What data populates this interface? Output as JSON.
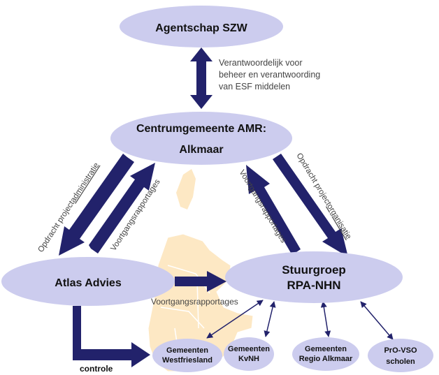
{
  "colors": {
    "node_fill": "#ccccee",
    "arrow": "#22226b",
    "map_fill": "#fde8c4",
    "text": "#111111",
    "edge_text": "#444444"
  },
  "nodes": {
    "szw": "Agentschap SZW",
    "amr_line1": "Centrumgemeente AMR:",
    "amr_line2": "Alkmaar",
    "atlas": "Atlas Advies",
    "stuurgroep_line1": "Stuurgroep",
    "stuurgroep_line2": "RPA-NHN",
    "westfriesland_line1": "Gemeenten",
    "westfriesland_line2": "Westfriesland",
    "kvnh_line1": "Gemeenten",
    "kvnh_line2": "KvNH",
    "regio_line1": "Gemeenten",
    "regio_line2": "Regio Alkmaar",
    "pro_line1": "PrO-VSO",
    "pro_line2": "scholen"
  },
  "edges": {
    "szw_amr_line1": "Verantwoordelijk voor",
    "szw_amr_line2": "beheer en verantwoording",
    "szw_amr_line3": "van ESF middelen",
    "left_down_prefix": "Opdracht project",
    "left_down_underlined": "administratie",
    "left_up": "Voortgangsrapportages",
    "right_up": "Voortgangsrapportages",
    "right_down_prefix": "Opdracht project",
    "right_down_underlined": "organisatie",
    "atlas_stuurgroep": "Voortgangsrapportages",
    "controle": "controle"
  }
}
